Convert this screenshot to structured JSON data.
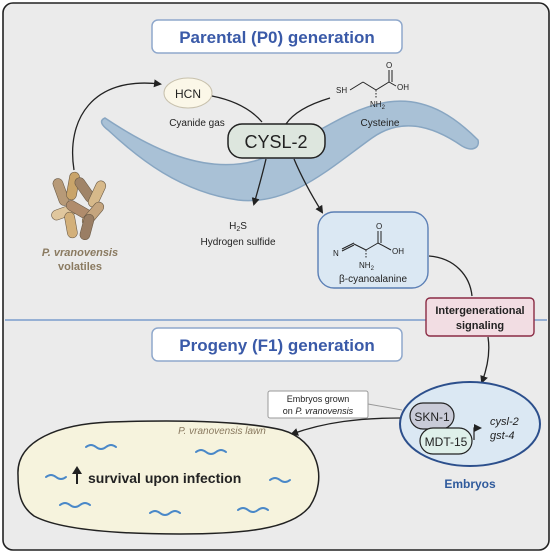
{
  "panels": {
    "top_title": "Parental (P0) generation",
    "bottom_title": "Progeny (F1) generation"
  },
  "labels": {
    "hcn": "HCN",
    "cyanide_gas": "Cyanide gas",
    "cysteine": "Cysteine",
    "cysl2": "CYSL-2",
    "h2s_main": "H",
    "h2s_sub": "2",
    "h2s_end": "S",
    "hydrogen_sulfide": "Hydrogen sulfide",
    "beta_cyanoalanine": "β-cyanoalanine",
    "p_vranovensis": "P. vranovensis",
    "volatiles": "volatiles",
    "intergen_line1": "Intergenerational",
    "intergen_line2": "signaling",
    "embryos_grown_line1": "Embryos grown",
    "embryos_grown_line2_prefix": "on ",
    "embryos_grown_line2_italic": "P. vranovensis",
    "lawn": "P. vranovensis lawn",
    "survival": "survival upon infection",
    "skn1": "SKN-1",
    "mdt15": "MDT-15",
    "gene1": "cysl-2",
    "gene2": "gst-4",
    "embryos": "Embryos"
  },
  "molecules": {
    "cysteine_sh": "SH",
    "cysteine_oh": "OH",
    "cysteine_nh2": "NH",
    "cysteine_nh2_sub": "2",
    "cysteine_o": "O",
    "bca_n": "N",
    "bca_oh": "OH",
    "bca_o": "O",
    "bca_nh": "NH",
    "bca_nh_sub": "2"
  },
  "colors": {
    "panel_bg": "#ebebeb",
    "title_blue": "#3a5aa8",
    "worm": "#a9c1d6",
    "lawn_fill": "#f6f3dd",
    "embryo_fill": "#dbe8f3",
    "embryo_stroke": "#2c4f8c",
    "embryos_text": "#2f5a9c",
    "intergen_fill": "#f2dde3",
    "intergen_stroke": "#8a2b44",
    "volatiles_text": "#8a7a60",
    "divider": "#7a9ccc"
  },
  "icons": [
    "squiggle-icon",
    "bacteria-cluster-icon",
    "up-arrow-icon"
  ]
}
